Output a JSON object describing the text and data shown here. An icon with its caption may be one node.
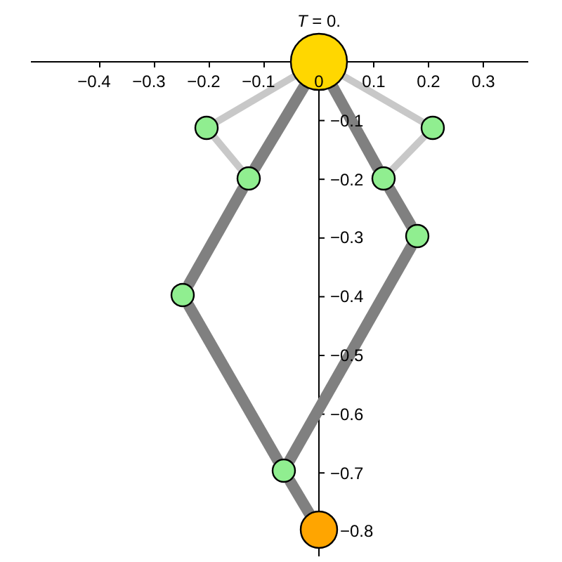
{
  "diagram": {
    "title": "*T* = 0.",
    "nodes": [
      {
        "text": [],
        "shape": "circle"
      },
      {
        "text": [],
        "shape": "circle"
      },
      {
        "text": [],
        "shape": "circle"
      },
      {
        "text": [],
        "shape": "circle"
      },
      {
        "text": [],
        "shape": "circle"
      },
      {
        "text": [],
        "shape": "circle"
      },
      {
        "text": [],
        "shape": "circle"
      },
      {
        "text": [],
        "shape": "circle"
      },
      {
        "text": [],
        "shape": "circle"
      }
    ],
    "edges": [
      {
        "from": 0,
        "to": 1,
        "arrow": "none",
        "color": "#c8c8c8"
      },
      {
        "from": 1,
        "to": 3,
        "arrow": "none",
        "color": "#c8c8c8"
      },
      {
        "from": 0,
        "to": 2,
        "arrow": "none",
        "color": "#c8c8c8"
      },
      {
        "from": 2,
        "to": 4,
        "arrow": "none",
        "color": "#c8c8c8"
      },
      {
        "from": 0,
        "to": 3,
        "arrow": "none"
      },
      {
        "from": 3,
        "to": 6,
        "arrow": "none"
      },
      {
        "from": 6,
        "to": 7,
        "arrow": "none"
      },
      {
        "from": 7,
        "to": 8,
        "arrow": "none"
      },
      {
        "from": 0,
        "to": 4,
        "arrow": "none"
      },
      {
        "from": 4,
        "to": 5,
        "arrow": "none"
      },
      {
        "from": 5,
        "to": 7,
        "arrow": "none"
      }
    ],
    "labels": [
      "−0.4",
      "−0.3",
      "−0.2",
      "−0.1",
      "0",
      "0.1",
      "0.2",
      "0.3",
      "−0.1",
      "−0.2",
      "−0.3",
      "−0.4",
      "−0.5",
      "−0.6",
      "−0.7",
      "−0.8"
    ]
  }
}
